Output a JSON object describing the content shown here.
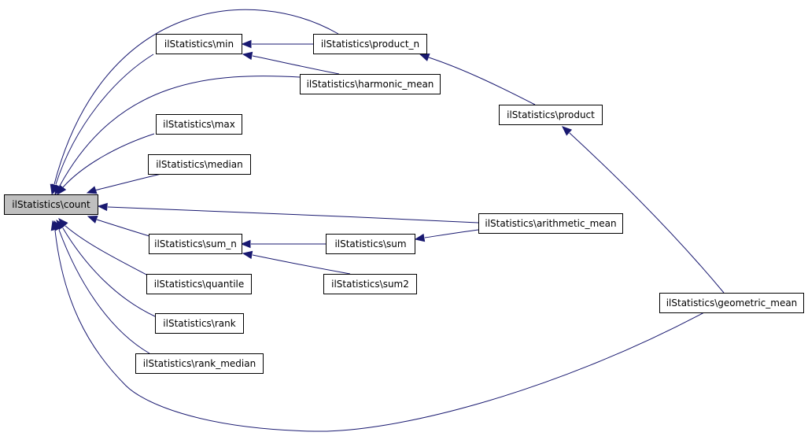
{
  "graph": {
    "nodes": [
      {
        "id": "count",
        "label": "ilStatistics\\count",
        "root": true
      },
      {
        "id": "min",
        "label": "ilStatistics\\min"
      },
      {
        "id": "product_n",
        "label": "ilStatistics\\product_n"
      },
      {
        "id": "harmonic_mean",
        "label": "ilStatistics\\harmonic_mean"
      },
      {
        "id": "product",
        "label": "ilStatistics\\product"
      },
      {
        "id": "max",
        "label": "ilStatistics\\max"
      },
      {
        "id": "median",
        "label": "ilStatistics\\median"
      },
      {
        "id": "arithmetic_mean",
        "label": "ilStatistics\\arithmetic_mean"
      },
      {
        "id": "sum_n",
        "label": "ilStatistics\\sum_n"
      },
      {
        "id": "sum",
        "label": "ilStatistics\\sum"
      },
      {
        "id": "quantile",
        "label": "ilStatistics\\quantile"
      },
      {
        "id": "sum2",
        "label": "ilStatistics\\sum2"
      },
      {
        "id": "geometric_mean",
        "label": "ilStatistics\\geometric_mean"
      },
      {
        "id": "rank",
        "label": "ilStatistics\\rank"
      },
      {
        "id": "rank_median",
        "label": "ilStatistics\\rank_median"
      }
    ],
    "edges": [
      {
        "from": "min",
        "to": "count"
      },
      {
        "from": "product_n",
        "to": "count"
      },
      {
        "from": "harmonic_mean",
        "to": "count"
      },
      {
        "from": "max",
        "to": "count"
      },
      {
        "from": "median",
        "to": "count"
      },
      {
        "from": "arithmetic_mean",
        "to": "count"
      },
      {
        "from": "sum_n",
        "to": "count"
      },
      {
        "from": "quantile",
        "to": "count"
      },
      {
        "from": "rank",
        "to": "count"
      },
      {
        "from": "rank_median",
        "to": "count"
      },
      {
        "from": "geometric_mean",
        "to": "count"
      },
      {
        "from": "product_n",
        "to": "min"
      },
      {
        "from": "harmonic_mean",
        "to": "min"
      },
      {
        "from": "product",
        "to": "product_n"
      },
      {
        "from": "geometric_mean",
        "to": "product"
      },
      {
        "from": "sum",
        "to": "sum_n"
      },
      {
        "from": "sum2",
        "to": "sum_n"
      },
      {
        "from": "arithmetic_mean",
        "to": "sum"
      }
    ],
    "colors": {
      "edge": "#191970",
      "root_fill": "#bfbfbf",
      "node_fill": "#ffffff",
      "node_border": "#000000"
    }
  }
}
